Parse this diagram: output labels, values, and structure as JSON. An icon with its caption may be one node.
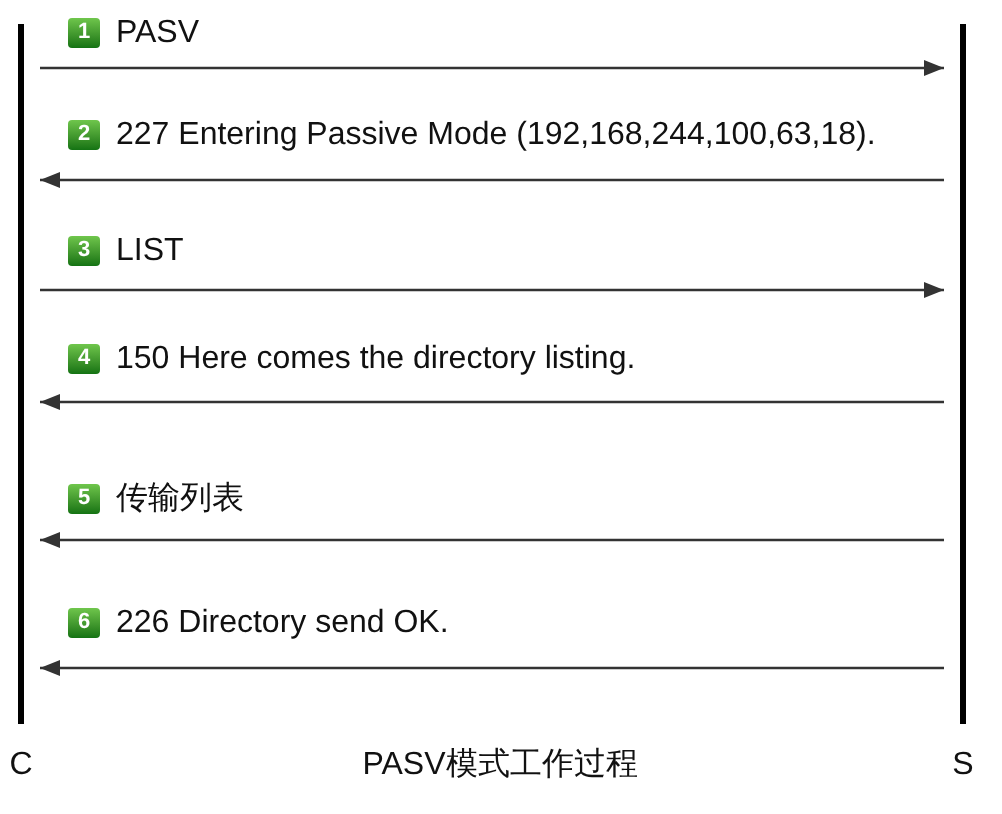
{
  "diagram": {
    "caption": "PASV模式工作过程",
    "nodes": [
      {
        "text": [
          "C"
        ]
      },
      {
        "text": [
          "S"
        ]
      }
    ],
    "edges": [
      {
        "from": 0,
        "to": 1,
        "arrow": "to",
        "label": "PASV"
      },
      {
        "from": 1,
        "to": 0,
        "arrow": "to",
        "label": "227 Entering Passive Mode (192,168,244,100,63,18)."
      },
      {
        "from": 0,
        "to": 1,
        "arrow": "to",
        "label": "LIST"
      },
      {
        "from": 1,
        "to": 0,
        "arrow": "to",
        "label": "150 Here comes the directory listing."
      },
      {
        "from": 1,
        "to": 0,
        "arrow": "to",
        "label": "传输列表"
      },
      {
        "from": 1,
        "to": 0,
        "arrow": "to",
        "label": "226 Directory send OK."
      }
    ],
    "labels": [
      "1",
      "2",
      "3",
      "4",
      "5",
      "6"
    ]
  }
}
